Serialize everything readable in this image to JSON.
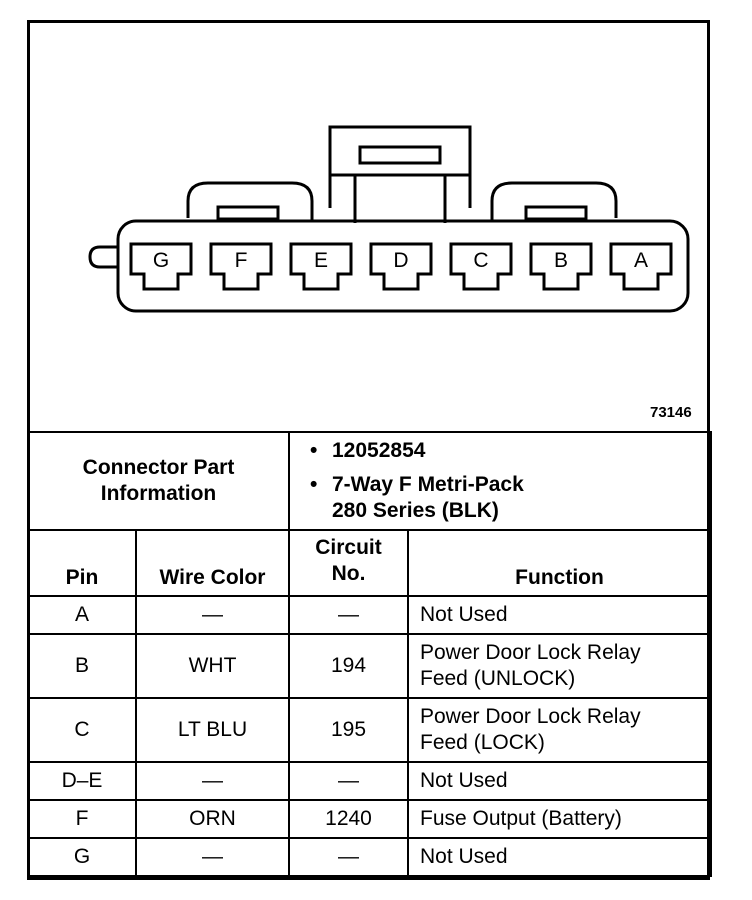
{
  "figure_number": "73146",
  "connector": {
    "cavities": [
      "G",
      "F",
      "E",
      "D",
      "C",
      "B",
      "A"
    ]
  },
  "part_info": {
    "label_line1": "Connector Part",
    "label_line2": "Information",
    "part_number": "12052854",
    "description_line1": "7-Way F Metri-Pack",
    "description_line2": "280 Series (BLK)",
    "bullet": "•"
  },
  "headers": {
    "pin": "Pin",
    "wire_color": "Wire Color",
    "circuit_line1": "Circuit",
    "circuit_line2": "No.",
    "function": "Function"
  },
  "rows": [
    {
      "pin": "A",
      "wire": "—",
      "circuit": "—",
      "function_line1": "Not Used",
      "function_line2": ""
    },
    {
      "pin": "B",
      "wire": "WHT",
      "circuit": "194",
      "function_line1": "Power Door Lock Relay",
      "function_line2": "Feed (UNLOCK)"
    },
    {
      "pin": "C",
      "wire": "LT BLU",
      "circuit": "195",
      "function_line1": "Power Door Lock Relay",
      "function_line2": "Feed (LOCK)"
    },
    {
      "pin": "D–E",
      "wire": "—",
      "circuit": "—",
      "function_line1": "Not Used",
      "function_line2": ""
    },
    {
      "pin": "F",
      "wire": "ORN",
      "circuit": "1240",
      "function_line1": "Fuse Output (Battery)",
      "function_line2": ""
    },
    {
      "pin": "G",
      "wire": "—",
      "circuit": "—",
      "function_line1": "Not Used",
      "function_line2": ""
    }
  ]
}
